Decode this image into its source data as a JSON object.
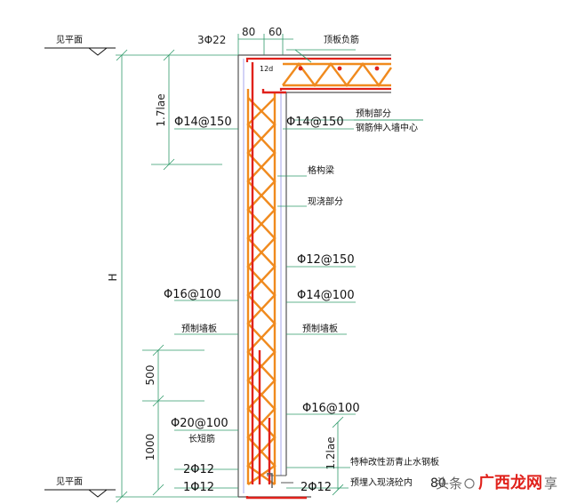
{
  "levels": {
    "top": "见平面",
    "bottom": "见平面"
  },
  "dims": {
    "top_rebar": "3Φ22",
    "gap_left": "80",
    "gap_right": "60",
    "anchor_12d": "12d",
    "length_17lae": "1.7lae",
    "height_H": "H",
    "spacing_500": "500",
    "spacing_1000": "1000",
    "length_12lae": "1.2lae",
    "slab_80": "80"
  },
  "labels": {
    "top_slab_bars": "顶板负筋",
    "precast_part": "预制部分",
    "rebar_into_wall_center": "钢筋伸入墙中心",
    "left_upper_rebar": "Φ14@150",
    "right_upper_rebar": "Φ14@150",
    "lattice_beam": "格构梁",
    "cast_in_place": "现浇部分",
    "tie_rebar": "Φ12@150",
    "left_mid_rebar": "Φ16@100",
    "right_mid_rebar": "Φ14@100",
    "left_precast_panel": "预制墙板",
    "right_precast_panel": "预制墙板",
    "left_lower_rebar": "Φ20@100",
    "long_short_bars": "长短筋",
    "right_lower_rebar": "Φ16@100",
    "waterstop_1": "特种改性沥青止水钢板",
    "waterstop_2": "预埋入现浇砼内",
    "bottom_2phi12_left": "2Φ12",
    "bottom_1phi12": "1Φ12",
    "bottom_2phi12_right": "2Φ12"
  },
  "watermark": {
    "prefix": "头条",
    "brand": "广西龙网",
    "suffix": "享"
  },
  "colors": {
    "lattice": "#f08a1e",
    "rebar_red": "#e0211b",
    "leader": "#2f9a6a",
    "outline": "#8e8eea",
    "panel_line": "#555555",
    "watermark_brand": "#e0211b"
  }
}
